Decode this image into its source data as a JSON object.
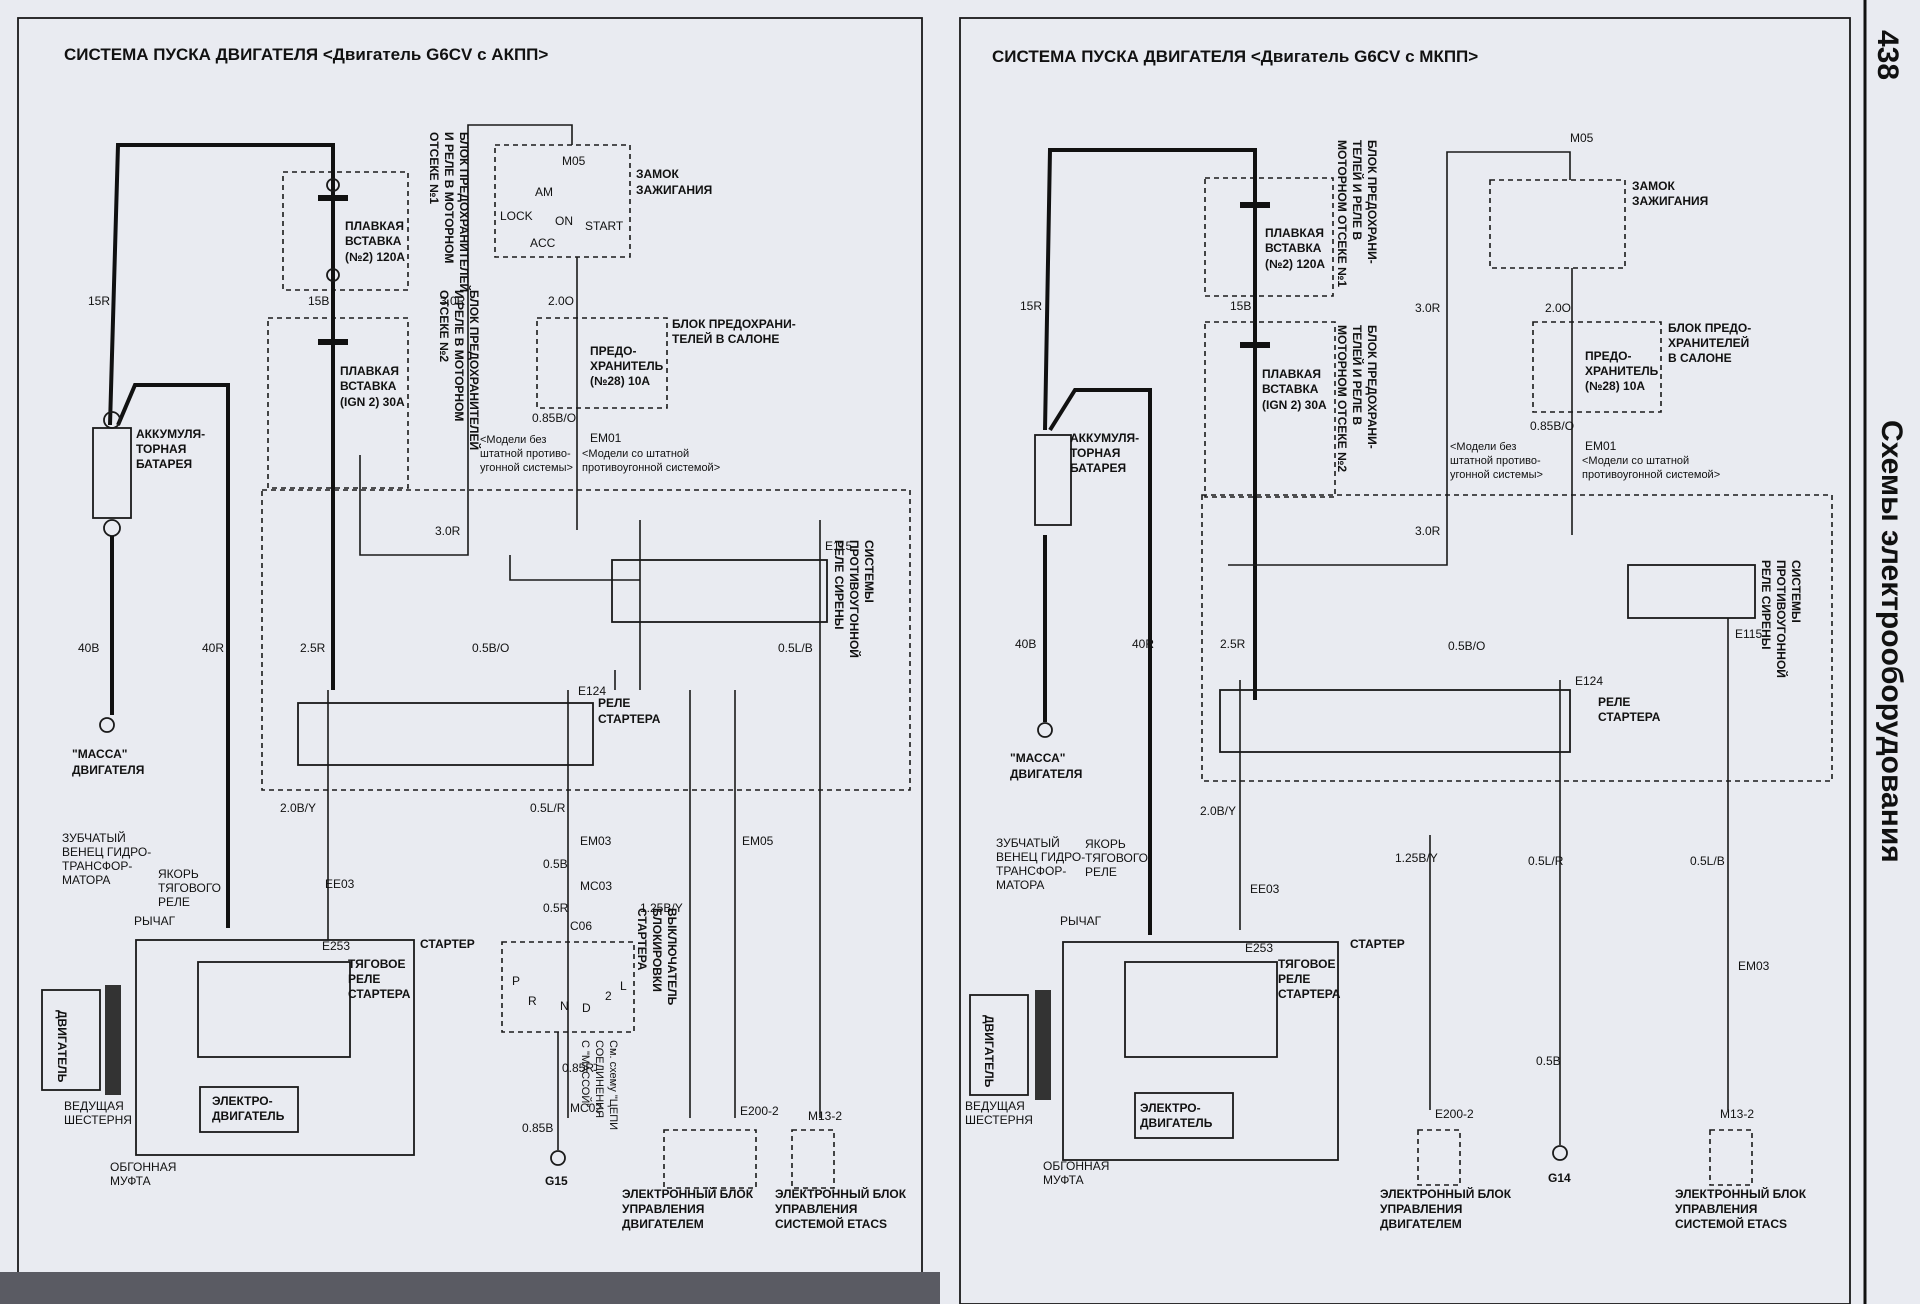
{
  "page_number": "438",
  "section_title": "Схемы электрооборудования",
  "left": {
    "title": "СИСТЕМА ПУСКА ДВИГАТЕЛЯ <Двигатель G6CV с АКПП>",
    "fuse_block1": [
      "БЛОК ПРЕДОХРАНИТЕЛЕЙ",
      "И РЕЛЕ В МОТОРНОМ",
      "ОТСЕКЕ №1"
    ],
    "fuse_block2": [
      "БЛОК ПРЕДОХРАНИТЕЛЕЙ",
      "И РЕЛЕ В МОТОРНОМ",
      "ОТСЕКЕ №2"
    ],
    "fuse1": [
      "ПЛАВКАЯ",
      "ВСТАВКА",
      "(№2) 120A"
    ],
    "fuse2": [
      "ПЛАВКАЯ",
      "ВСТАВКА",
      "(IGN 2) 30A"
    ],
    "ignition": [
      "ЗАМОК",
      "ЗАЖИГАНИЯ"
    ],
    "ign_pos": [
      "AM",
      "LOCK",
      "ON",
      "START",
      "ACC"
    ],
    "cabin_block": [
      "БЛОК ПРЕДОХРАНИ-",
      "ТЕЛЕЙ В САЛОНЕ"
    ],
    "fuse28": [
      "ПРЕДО-",
      "ХРАНИТЕЛЬ",
      "(№28) 10A"
    ],
    "note_no_alarm": [
      "<Модели без",
      "штатной противо-",
      "угонной системы>"
    ],
    "note_alarm": [
      "<Модели со штатной",
      "противоугонной системой>"
    ],
    "battery": [
      "АККУМУЛЯ-",
      "ТОРНАЯ",
      "БАТАРЕЯ"
    ],
    "ground": [
      "\"МАССА\"",
      "ДВИГАТЕЛЯ"
    ],
    "alarm_relay": [
      "РЕЛЕ СИРЕНЫ",
      "ПРОТИВОУГОННОЙ",
      "СИСТЕМЫ"
    ],
    "starter_relay": [
      "РЕЛЕ",
      "СТАРТЕРА"
    ],
    "ring_gear": [
      "ЗУБЧАТЫЙ",
      "ВЕНЕЦ ГИДРО-",
      "ТРАНСФОР-",
      "МАТОРА"
    ],
    "armature": [
      "ЯКОРЬ",
      "ТЯГОВОГО",
      "РЕЛЕ"
    ],
    "lever": "РЫЧАГ",
    "starter": "СТАРТЕР",
    "traction_relay": [
      "ТЯГОВОЕ",
      "РЕЛЕ",
      "СТАРТЕРА"
    ],
    "engine": "ДВИГАТЕЛЬ",
    "motor": [
      "ЭЛЕКТРО-",
      "ДВИГАТЕЛЬ"
    ],
    "drive_gear": [
      "ВЕДУЩАЯ",
      "ШЕСТЕРНЯ"
    ],
    "clutch": [
      "ОБГОННАЯ",
      "МУФТА"
    ],
    "inhibitor": [
      "ВЫКЛЮЧАТЕЛЬ",
      "БЛОКИРОВКИ",
      "СТАРТЕРА"
    ],
    "see_ground": [
      "См. схему \"ЦЕПИ",
      "СОЕДИНЕНИЯ",
      "С \"МАССОЙ\""
    ],
    "ecu": [
      "ЭЛЕКТРОННЫЙ БЛОК",
      "УПРАВЛЕНИЯ",
      "ДВИГАТЕЛЕМ"
    ],
    "etacs": [
      "ЭЛЕКТРОННЫЙ БЛОК",
      "УПРАВЛЕНИЯ",
      "СИСТЕМОЙ ETACS"
    ],
    "wires": {
      "w15R": "15R",
      "w15B": "15B",
      "w30R": "3.0R",
      "w30R2": "3.0R",
      "w20O": "2.0O",
      "w085": "0.85B/O",
      "w40B": "40B",
      "w40R": "40R",
      "w25R": "2.5R",
      "w05BO": "0.5B/O",
      "w05LR": "0.5L/R",
      "w05LB": "0.5L/B",
      "w20BY": "2.0B/Y",
      "w125BY": "1.25B/Y",
      "w05B": "0.5B",
      "w05R": "0.5R",
      "w085R": "0.85R",
      "w085B": "0.85B"
    },
    "conn": {
      "M05": "M05",
      "EM01": "EM01",
      "E115": "E115",
      "E124": "E124",
      "EE03": "EE03",
      "E253": "E253",
      "EM03": "EM03",
      "MC03": "MC03",
      "C06": "C06",
      "EM05": "EM05",
      "MC02": "MC02",
      "E200": "E200-2",
      "M13": "M13-2",
      "G15": "G15"
    },
    "gear_pos": [
      "P",
      "R",
      "N",
      "D",
      "2",
      "L"
    ]
  },
  "right": {
    "title": "СИСТЕМА ПУСКА ДВИГАТЕЛЯ <Двигатель G6CV с МКПП>",
    "fuse_block1": [
      "БЛОК ПРЕДОХРАНИ-",
      "ТЕЛЕЙ И РЕЛЕ В",
      "МОТОРНОМ ОТСЕКЕ №1"
    ],
    "fuse_block2": [
      "БЛОК ПРЕДОХРАНИ-",
      "ТЕЛЕЙ И РЕЛЕ В",
      "МОТОРНОМ ОТСЕКЕ №2"
    ],
    "cabin_block": [
      "БЛОК ПРЕДО-",
      "ХРАНИТЕЛЕЙ",
      "В САЛОНЕ"
    ],
    "conn": {
      "G14": "G14"
    }
  }
}
